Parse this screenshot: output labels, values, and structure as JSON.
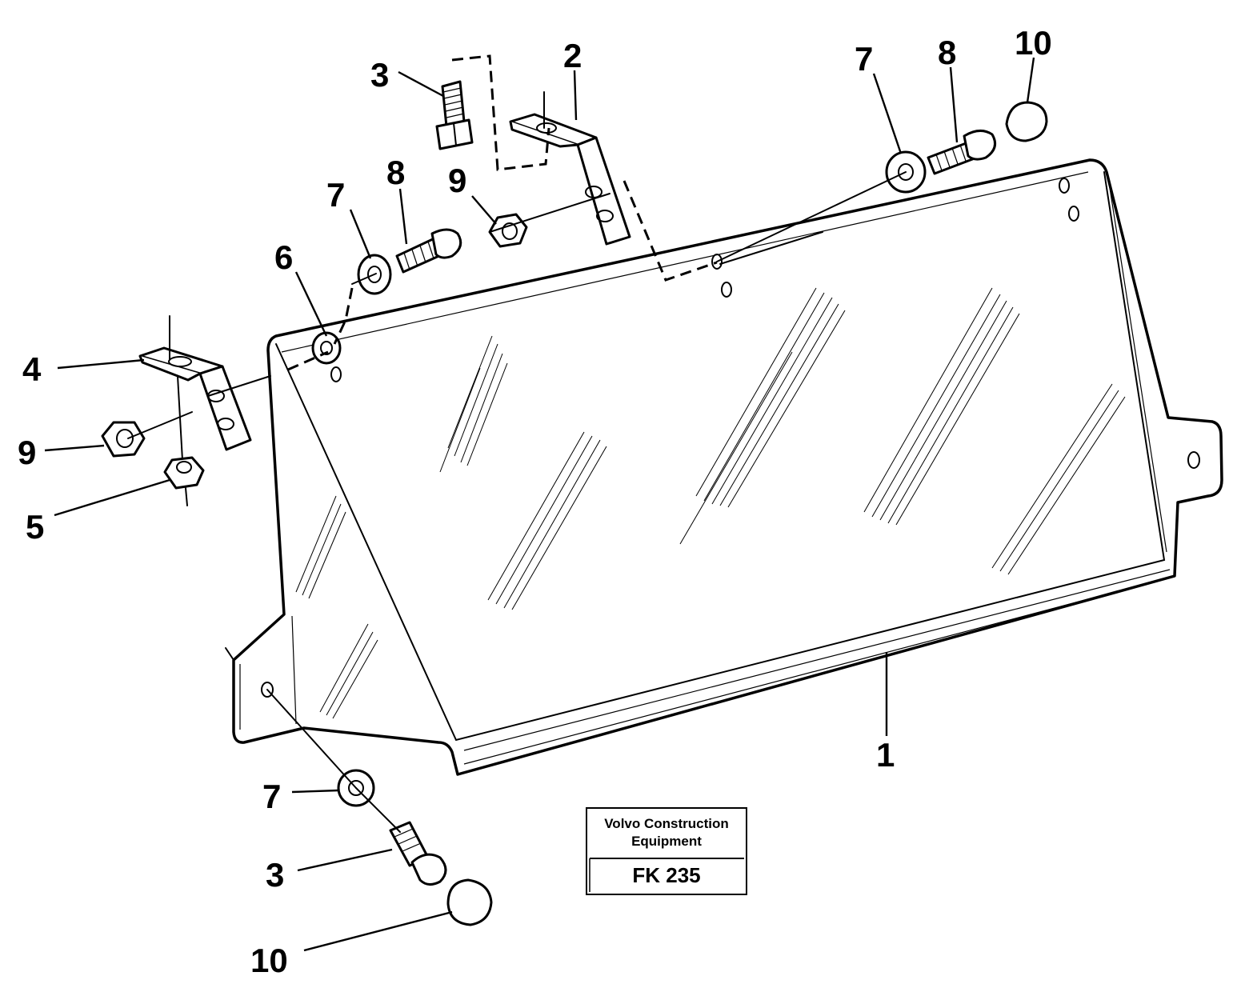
{
  "callouts": [
    {
      "id": "c1",
      "label": "1"
    },
    {
      "id": "c2",
      "label": "2"
    },
    {
      "id": "c3a",
      "label": "3"
    },
    {
      "id": "c3b",
      "label": "3"
    },
    {
      "id": "c4",
      "label": "4"
    },
    {
      "id": "c5",
      "label": "5"
    },
    {
      "id": "c6",
      "label": "6"
    },
    {
      "id": "c7a",
      "label": "7"
    },
    {
      "id": "c7b",
      "label": "7"
    },
    {
      "id": "c7c",
      "label": "7"
    },
    {
      "id": "c8a",
      "label": "8"
    },
    {
      "id": "c8b",
      "label": "8"
    },
    {
      "id": "c9a",
      "label": "9"
    },
    {
      "id": "c9b",
      "label": "9"
    },
    {
      "id": "c10a",
      "label": "10"
    },
    {
      "id": "c10b",
      "label": "10"
    }
  ],
  "title_block": {
    "company_line1": "Volvo Construction",
    "company_line2": "Equipment",
    "drawing_code": "FK 235"
  }
}
